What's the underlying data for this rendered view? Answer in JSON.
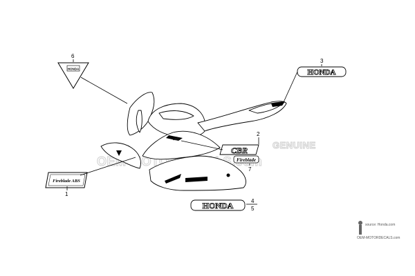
{
  "callouts": {
    "c1": "1",
    "c2": "2",
    "c3": "3",
    "c4": "4",
    "c5": "5",
    "c6": "6",
    "c7": "7"
  },
  "decals": {
    "honda_upper": "HONDA",
    "honda_lower": "HONDA",
    "cbr": "CBR",
    "cbr_small": "CBR",
    "triangle_emblem": "HONDA",
    "side_badge": "Fireblade ABS",
    "script_badge": "Fireblade"
  },
  "watermark": {
    "brand": "OEM-MOTORDECALS.com",
    "genuine": "GENUINE"
  },
  "source": {
    "label": "source: Honda.com",
    "site": "OEM-MOTORDECALS.com"
  }
}
